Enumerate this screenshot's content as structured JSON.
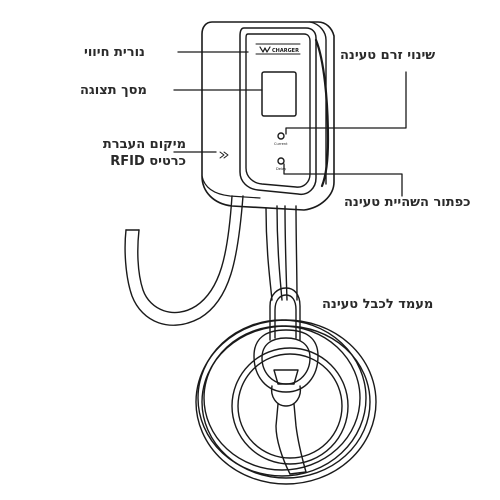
{
  "labels": {
    "indicator_light": "נורית חיווי",
    "display_screen": "מסך תצוגה",
    "rfid_line1": "מיקום העברת",
    "rfid_line2": "כרטיס RFID",
    "current_change": "שינוי זרם טעינה",
    "stop_button": "כפתור השהיית טעינה",
    "cable_holder": "מעמד לכבל טעינה"
  },
  "device": {
    "brand_text": "CHARGER",
    "current_button_text": "Current",
    "stop_button_text": "Delay"
  },
  "colors": {
    "line": "#1a1a1a",
    "text": "#2a2a2a",
    "background": "#ffffff"
  }
}
